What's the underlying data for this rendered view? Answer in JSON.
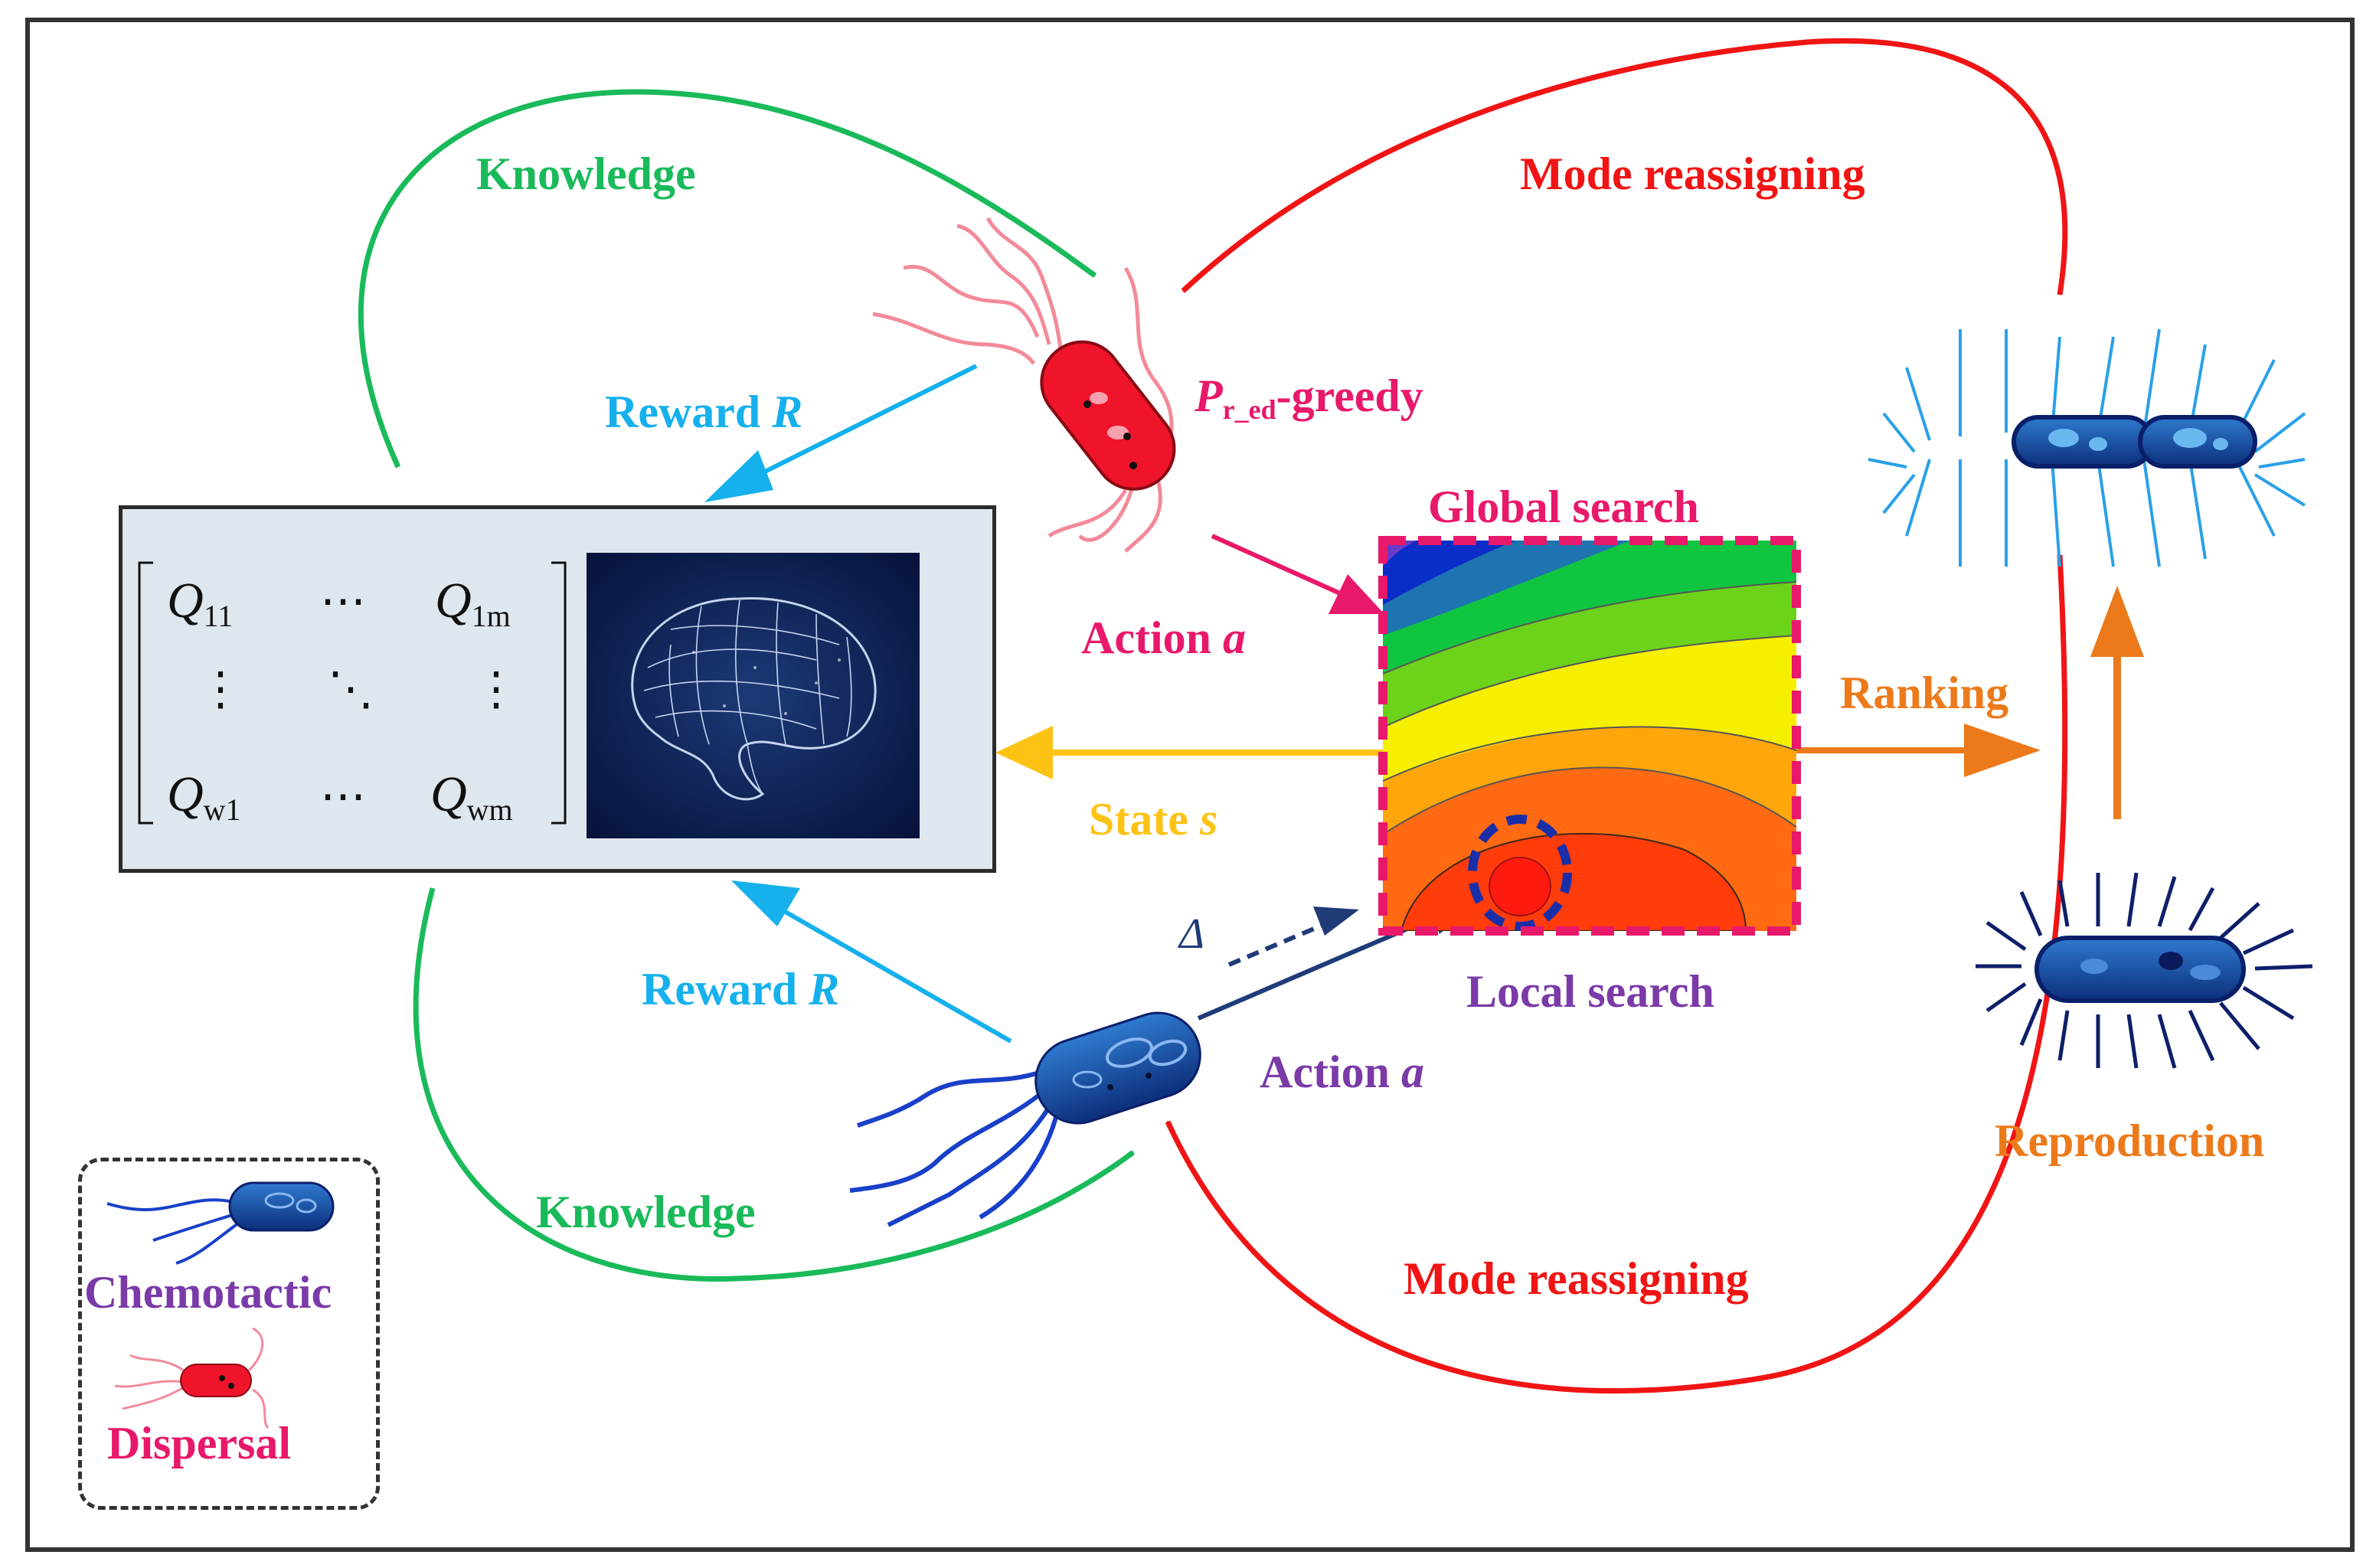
{
  "labels": {
    "knowledge_top": "Knowledge",
    "knowledge_bottom": "Knowledge",
    "mode_top": "Mode reassigning",
    "mode_bottom": "Mode reassigning",
    "reward_top": "Reward",
    "reward_bottom": "Reward",
    "reward_symbol": "R",
    "policy_prefix": "P",
    "policy_sub": "r_ed",
    "policy_suffix": "-greedy",
    "global_search": "Global search",
    "local_search": "Local search",
    "action_word": "Action",
    "action_symbol": "a",
    "state_word": "State",
    "state_symbol": "s",
    "ranking": "Ranking",
    "reproduction": "Reproduction",
    "delta": "Δ"
  },
  "matrix": {
    "q11": "Q",
    "q11_sub": "11",
    "q1m": "Q",
    "q1m_sub": "1m",
    "qw1": "Q",
    "qw1_sub": "w1",
    "qwm": "Q",
    "qwm_sub": "wm",
    "hdots": "⋯",
    "vdots": "⋮",
    "ddots": "⋱"
  },
  "legend": {
    "chemotactic": "Chemotactic",
    "dispersal": "Dispersal"
  },
  "colors": {
    "green": "#1aba5a",
    "red": "#f01414",
    "cyan": "#16b0ec",
    "yellow": "#fcc314",
    "orange": "#ec7a1b",
    "purple": "#7a3aa8",
    "magenta": "#e8186a",
    "navy": "#1f3b78"
  },
  "icons": {
    "brain": "brain-icon",
    "dispersal_bacterium": "red-bacterium-icon",
    "chemotactic_bacterium": "blue-bacterium-icon",
    "dividing_cell": "dividing-cell-icon",
    "cell": "cell-icon"
  }
}
